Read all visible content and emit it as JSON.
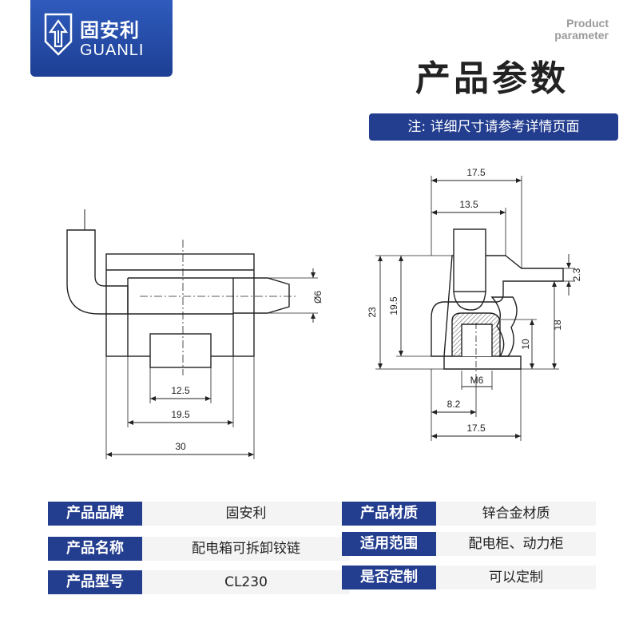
{
  "brand": {
    "name_cn": "固安利",
    "name_en": "GUANLI"
  },
  "header": {
    "pp_line1": "Product",
    "pp_line2": "parameter",
    "title": "产品参数",
    "note": "注: 详细尺寸请参考详情页面"
  },
  "dimensions": {
    "front": {
      "d_pin": "Ø6",
      "w_12_5": "12.5",
      "w_19_5": "19.5",
      "w_30": "30"
    },
    "side": {
      "w_17_5_top": "17.5",
      "w_13_5": "13.5",
      "h_2_3": "2.3",
      "h_23": "23",
      "h_19_5": "19.5",
      "h_18": "18",
      "h_10": "10",
      "thread": "M6",
      "w_8_2": "8.2",
      "w_17_5_bottom": "17.5"
    }
  },
  "specs": {
    "left": [
      {
        "label": "产品品牌",
        "value": "固安利"
      },
      {
        "label": "产品名称",
        "value": "配电箱可拆卸铰链"
      },
      {
        "label": "产品型号",
        "value": "CL230"
      }
    ],
    "right": [
      {
        "label": "产品材质",
        "value": "锌合金材质"
      },
      {
        "label": "适用范围",
        "value": "配电柜、动力柜"
      },
      {
        "label": "是否定制",
        "value": "可以定制"
      }
    ]
  },
  "colors": {
    "brand_blue": "#233d8f",
    "logo_blue": "#2f5bbd",
    "value_bg": "#f4f4f4"
  }
}
